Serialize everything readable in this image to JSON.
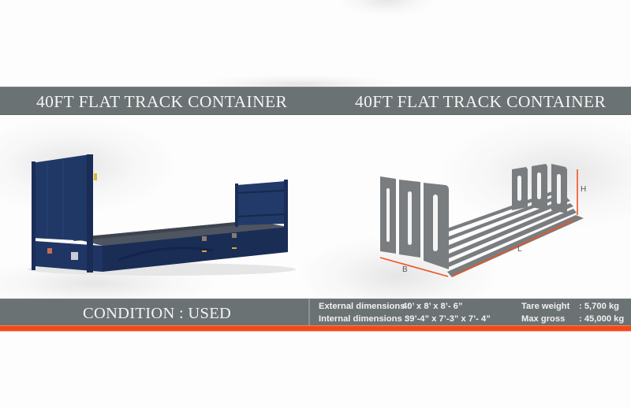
{
  "header": {
    "left_title": "40FT FLAT TRACK CONTAINER",
    "right_title": "40FT FLAT TRACK CONTAINER"
  },
  "photo": {
    "alt": "Blue 40ft flat rack container",
    "color": "#1f3563"
  },
  "diagram": {
    "labels": {
      "height": "H",
      "length": "L",
      "breadth": "B"
    },
    "panel_color": "#7a7d7f",
    "dimension_line_color": "#f0521f"
  },
  "footer": {
    "condition": "CONDITION : USED",
    "specs": {
      "external_label": "External dimensions :",
      "external_value": "40’ x 8’ x 8’- 6”",
      "internal_label": "Internal dimensions  :",
      "internal_value": "39’-4” x 7’-3” x 7’- 4”",
      "tare_label": "Tare weight",
      "tare_value": ": 5,700 kg",
      "gross_label": "Max gross",
      "gross_value": ": 45,000 kg"
    }
  },
  "colors": {
    "banner": "#6b7273",
    "accent_stripe": "#f24a1c",
    "banner_text": "#f4f4f4"
  }
}
